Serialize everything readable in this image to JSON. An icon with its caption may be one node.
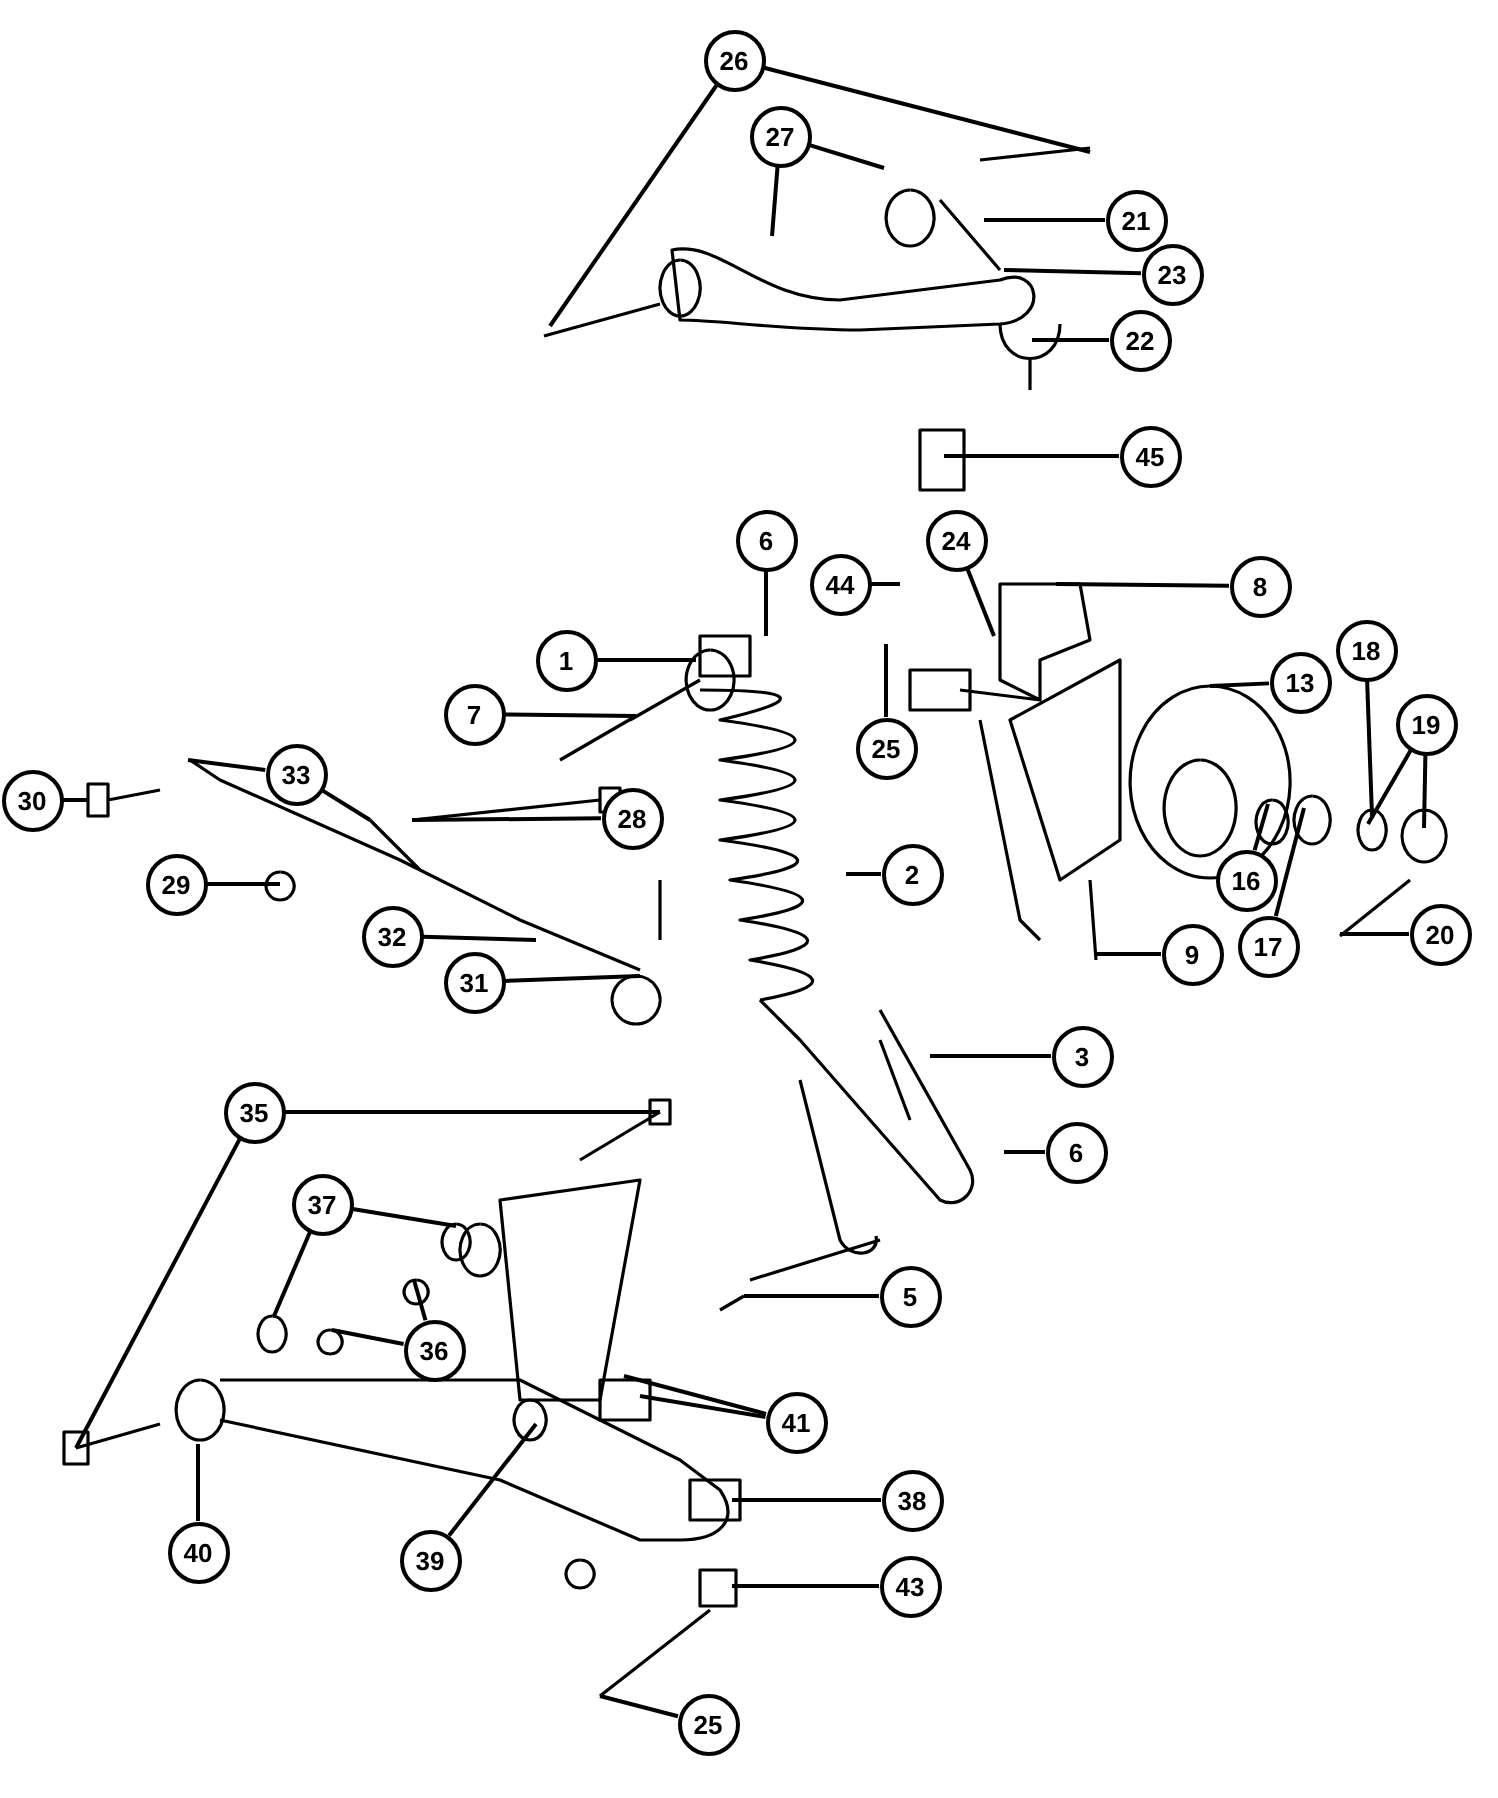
{
  "diagram": {
    "nodes": [
      {
        "text": [
          "26"
        ]
      },
      {
        "text": [
          "27"
        ]
      },
      {
        "text": [
          "21"
        ]
      },
      {
        "text": [
          "23"
        ]
      },
      {
        "text": [
          "22"
        ]
      },
      {
        "text": [
          "45"
        ]
      },
      {
        "text": [
          "6"
        ]
      },
      {
        "text": [
          "24"
        ]
      },
      {
        "text": [
          "44"
        ]
      },
      {
        "text": [
          "8"
        ]
      },
      {
        "text": [
          "1"
        ]
      },
      {
        "text": [
          "13"
        ]
      },
      {
        "text": [
          "18"
        ]
      },
      {
        "text": [
          "19"
        ]
      },
      {
        "text": [
          "25"
        ]
      },
      {
        "text": [
          "7"
        ]
      },
      {
        "text": [
          "30"
        ]
      },
      {
        "text": [
          "33"
        ]
      },
      {
        "text": [
          "28"
        ]
      },
      {
        "text": [
          "2"
        ]
      },
      {
        "text": [
          "29"
        ]
      },
      {
        "text": [
          "16"
        ]
      },
      {
        "text": [
          "17"
        ]
      },
      {
        "text": [
          "9"
        ]
      },
      {
        "text": [
          "20"
        ]
      },
      {
        "text": [
          "32"
        ]
      },
      {
        "text": [
          "31"
        ]
      },
      {
        "text": [
          "3"
        ]
      },
      {
        "text": [
          "35"
        ]
      },
      {
        "text": [
          "6"
        ]
      },
      {
        "text": [
          "37"
        ]
      },
      {
        "text": [
          "5"
        ]
      },
      {
        "text": [
          "36"
        ]
      },
      {
        "text": [
          "41"
        ]
      },
      {
        "text": [
          "40"
        ]
      },
      {
        "text": [
          "38"
        ]
      },
      {
        "text": [
          "39"
        ]
      },
      {
        "text": [
          "43"
        ]
      },
      {
        "text": [
          "25"
        ]
      }
    ],
    "edges": [
      {
        "from": 0,
        "to": null,
        "arrow": "none"
      },
      {
        "from": 0,
        "to": null,
        "arrow": "none"
      },
      {
        "from": 1,
        "to": null,
        "arrow": "none"
      },
      {
        "from": 1,
        "to": null,
        "arrow": "none"
      },
      {
        "from": 2,
        "to": null,
        "arrow": "none"
      },
      {
        "from": 3,
        "to": null,
        "arrow": "none"
      },
      {
        "from": 4,
        "to": null,
        "arrow": "none"
      },
      {
        "from": 5,
        "to": null,
        "arrow": "none"
      },
      {
        "from": 6,
        "to": null,
        "arrow": "none"
      },
      {
        "from": 7,
        "to": null,
        "arrow": "none"
      },
      {
        "from": 8,
        "to": null,
        "arrow": "none"
      },
      {
        "from": 9,
        "to": null,
        "arrow": "none"
      },
      {
        "from": 10,
        "to": null,
        "arrow": "none"
      },
      {
        "from": 11,
        "to": null,
        "arrow": "none"
      },
      {
        "from": 12,
        "to": null,
        "arrow": "none"
      },
      {
        "from": 13,
        "to": null,
        "arrow": "none"
      },
      {
        "from": 13,
        "to": null,
        "arrow": "none"
      },
      {
        "from": 14,
        "to": null,
        "arrow": "none"
      },
      {
        "from": 15,
        "to": null,
        "arrow": "none"
      },
      {
        "from": 16,
        "to": null,
        "arrow": "none"
      },
      {
        "from": 17,
        "to": null,
        "arrow": "none"
      },
      {
        "from": 17,
        "to": null,
        "arrow": "none"
      },
      {
        "from": 18,
        "to": null,
        "arrow": "none"
      },
      {
        "from": 19,
        "to": null,
        "arrow": "none"
      },
      {
        "from": 20,
        "to": null,
        "arrow": "none"
      },
      {
        "from": 21,
        "to": null,
        "arrow": "none"
      },
      {
        "from": 22,
        "to": null,
        "arrow": "none"
      },
      {
        "from": 23,
        "to": null,
        "arrow": "none"
      },
      {
        "from": 24,
        "to": null,
        "arrow": "none"
      },
      {
        "from": 25,
        "to": null,
        "arrow": "none"
      },
      {
        "from": 26,
        "to": null,
        "arrow": "none"
      },
      {
        "from": 27,
        "to": null,
        "arrow": "none"
      },
      {
        "from": 28,
        "to": null,
        "arrow": "none"
      },
      {
        "from": 28,
        "to": null,
        "arrow": "none"
      },
      {
        "from": 29,
        "to": null,
        "arrow": "none"
      },
      {
        "from": 30,
        "to": null,
        "arrow": "none"
      },
      {
        "from": 30,
        "to": null,
        "arrow": "none"
      },
      {
        "from": 31,
        "to": null,
        "arrow": "none"
      },
      {
        "from": 32,
        "to": null,
        "arrow": "none"
      },
      {
        "from": 32,
        "to": null,
        "arrow": "none"
      },
      {
        "from": 33,
        "to": null,
        "arrow": "none"
      },
      {
        "from": 33,
        "to": null,
        "arrow": "none"
      },
      {
        "from": 34,
        "to": null,
        "arrow": "none"
      },
      {
        "from": 35,
        "to": null,
        "arrow": "none"
      },
      {
        "from": 36,
        "to": null,
        "arrow": "none"
      },
      {
        "from": 37,
        "to": null,
        "arrow": "none"
      },
      {
        "from": 38,
        "to": null,
        "arrow": "none"
      }
    ]
  }
}
